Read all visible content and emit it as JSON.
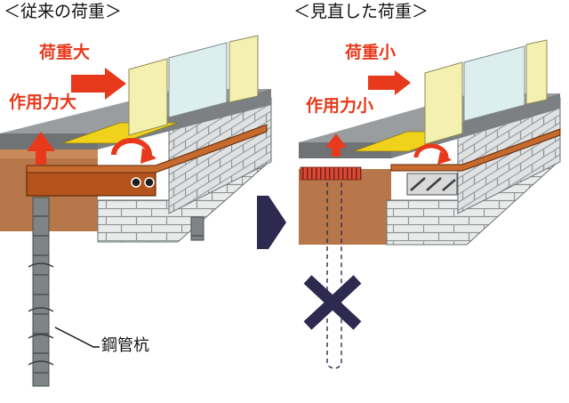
{
  "left_panel": {
    "title": "＜従来の荷重＞",
    "load_label": "荷重大",
    "force_label": "作用力大",
    "pile_label": "鋼管杭"
  },
  "right_panel": {
    "title": "＜見直した荷重＞",
    "load_label": "荷重小",
    "force_label": "作用力小"
  },
  "colors": {
    "arrow_red": "#e8391c",
    "transition_arrow": "#2e2a4f",
    "beam_rust": "#b5531c",
    "earth": "#b7774a",
    "cross_mark": "#2e2a4f"
  }
}
